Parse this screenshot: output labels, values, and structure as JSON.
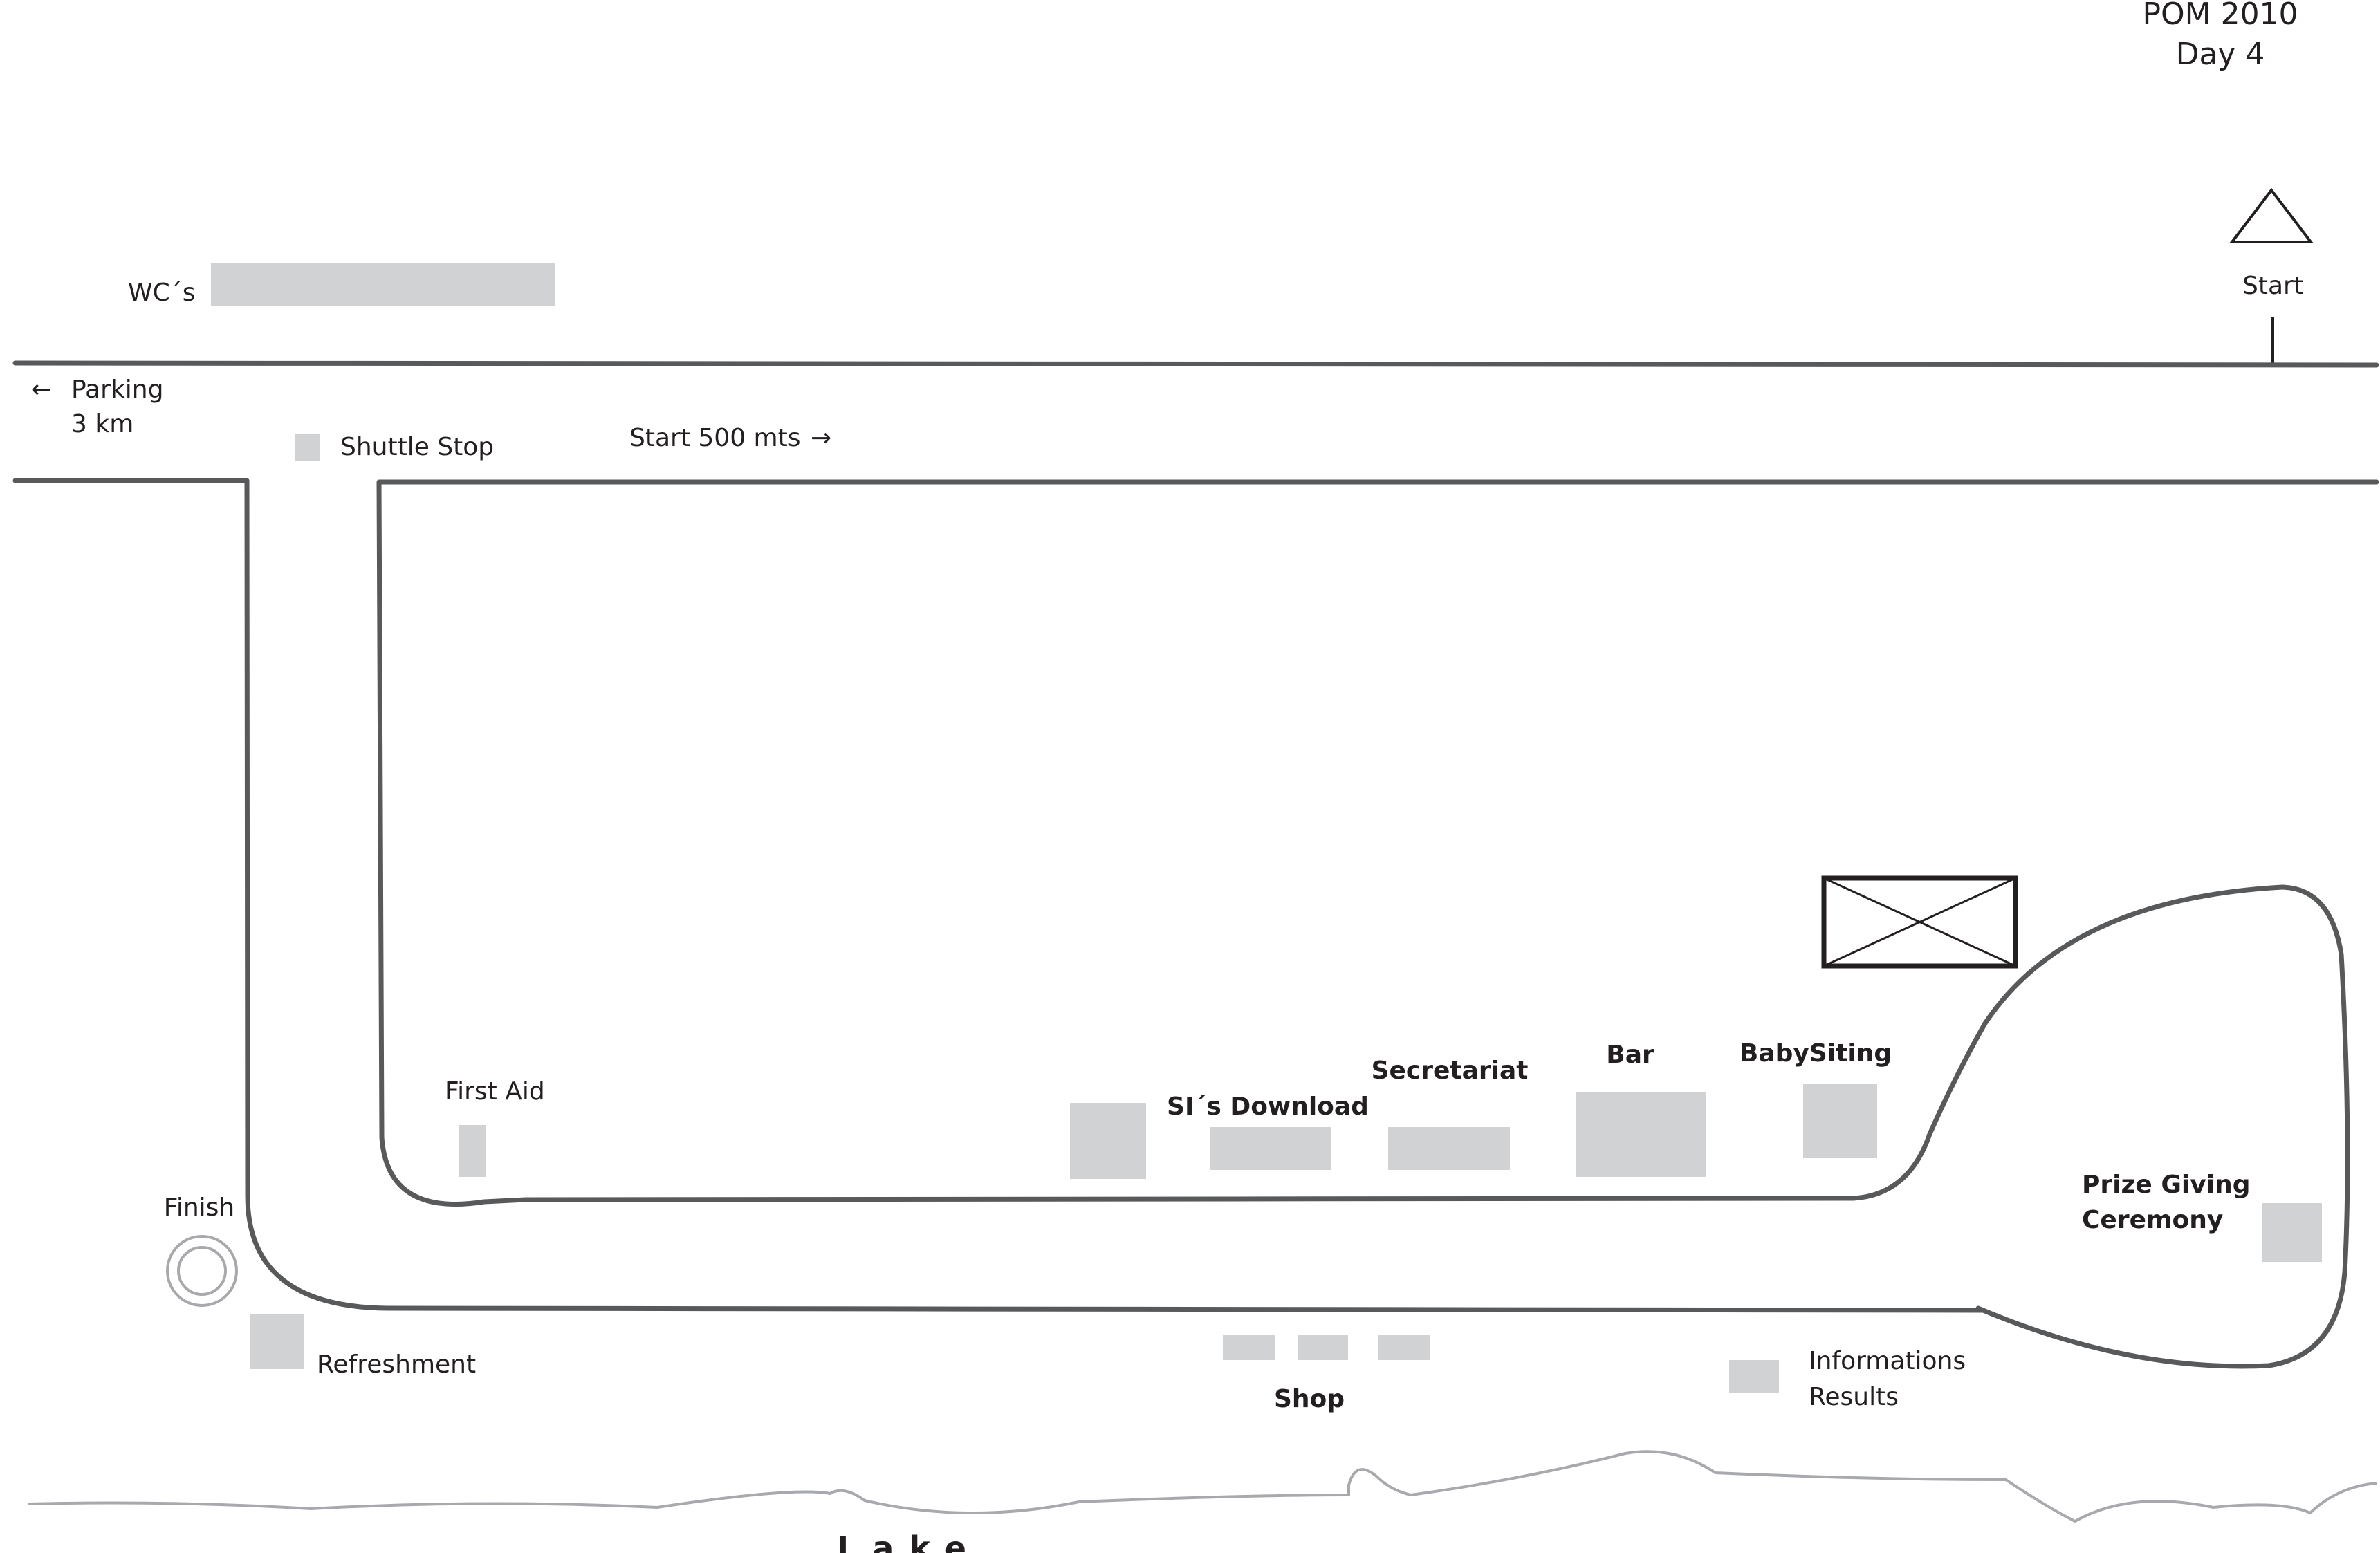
{
  "title": {
    "event": "POM 2010",
    "day": "Day 4"
  },
  "labels": {
    "wcs": "WC´s",
    "start": "Start",
    "parking_line1": "Parking",
    "parking_line2": "3 km",
    "shuttle_stop": "Shuttle Stop",
    "start_500": "Start 500 mts",
    "first_aid": "First Aid",
    "si_download": "SI´s Download",
    "secretariat": "Secretariat",
    "bar": "Bar",
    "babysitting": "BabySiting",
    "prize_line1": "Prize Giving",
    "prize_line2": "Ceremony",
    "finish": "Finish",
    "refreshment": "Refreshment",
    "shop": "Shop",
    "info_line1": "Informations",
    "info_line2": "Results",
    "lake": "Lake"
  },
  "icons": {
    "arrow_left": "←",
    "arrow_right": "→",
    "start": "triangle-icon",
    "finish": "double-circle-icon",
    "parking_area": "crossed-rectangle-icon"
  },
  "colors": {
    "road": "#58595b",
    "facility": "#d1d2d4",
    "shoreline": "#a7a9ac",
    "text": "#231f20"
  }
}
